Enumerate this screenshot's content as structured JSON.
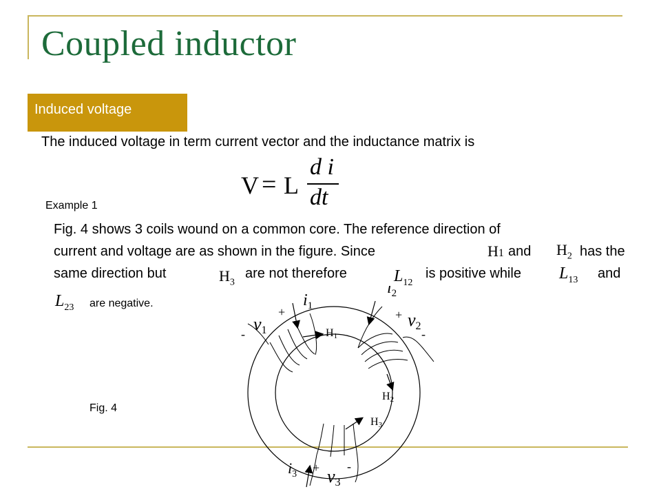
{
  "slide": {
    "title": "Coupled inductor",
    "section_label": "Induced voltage",
    "intro": "The induced voltage in term current vector and the inductance matrix is",
    "equation": {
      "lhs": "V",
      "eq": "=",
      "L": "L",
      "num": "d i",
      "den": "dt"
    },
    "example_label": "Example 1",
    "paragraph": {
      "line1": "Fig. 4 shows 3 coils wound on a common core. The reference direction of",
      "line2a": "current and voltage are as shown in the figure. Since",
      "line2b": "and",
      "line2c": "has the",
      "line3a": "same direction but",
      "line3b": "are not therefore",
      "line3c": "is positive while",
      "line3d": "and",
      "line4": "are negative."
    },
    "symbols": {
      "H1": "H",
      "H1_sub": "1",
      "H2": "H",
      "H2_sub": "2",
      "H3": "H",
      "H3_sub": "3",
      "L12": "L",
      "L12_sub": "12",
      "L13": "L",
      "L13_sub": "13",
      "L23": "L",
      "L23_sub": "23"
    },
    "figure_label": "Fig. 4",
    "figure": {
      "i1": "i",
      "i1_sub": "1",
      "i2": "i",
      "i2_sub": "2",
      "i3": "i",
      "i3_sub": "3",
      "v1": "v",
      "v1_sub": "1",
      "v2": "v",
      "v2_sub": "2",
      "v3": "v",
      "v3_sub": "3",
      "plus": "+",
      "minus": "-",
      "H1": "H",
      "H1_sub": "1",
      "H2": "H",
      "H2_sub": "2",
      "H3": "H",
      "H3_sub": "3"
    }
  }
}
